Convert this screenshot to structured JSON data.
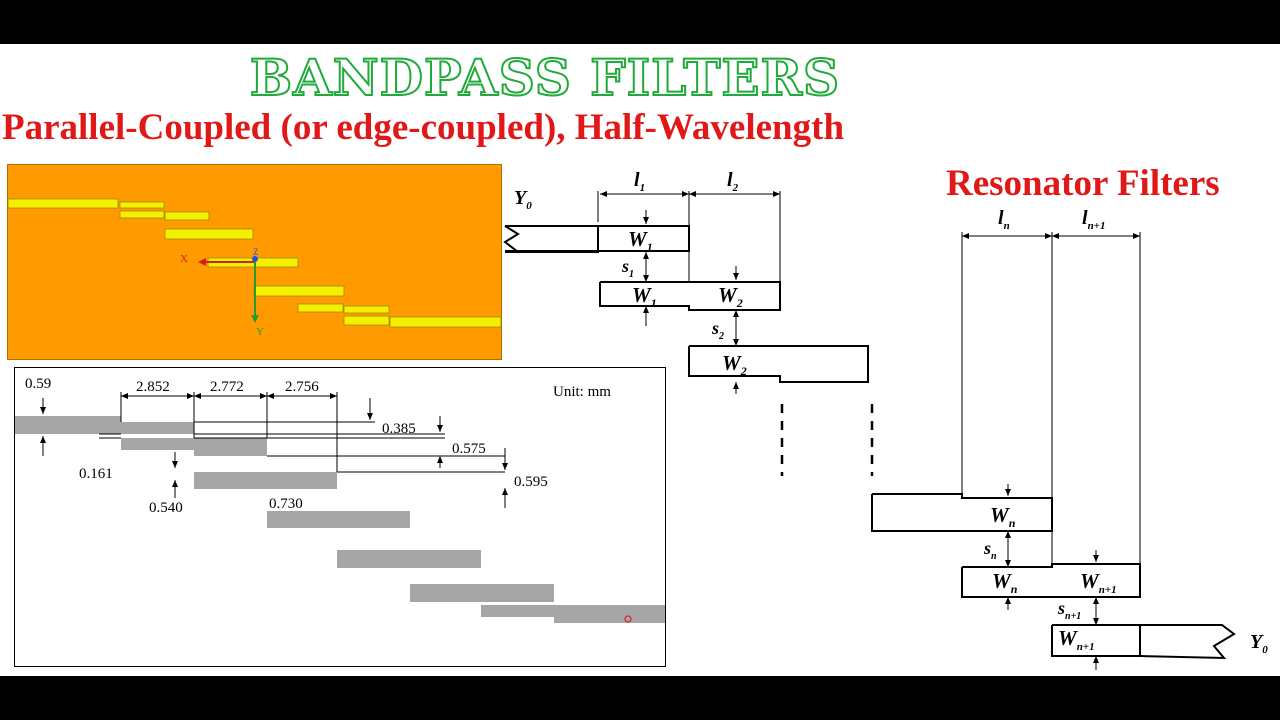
{
  "header": {
    "title": "BANDPASS FILTERS",
    "subtitle_line1": "Parallel-Coupled (or edge-coupled), Half-Wavelength",
    "subtitle_line2": "Resonator Filters"
  },
  "simulation": {
    "axis_x_label": "X",
    "axis_y_label": "Y",
    "axis_z_label": "Z"
  },
  "dimensions": {
    "unit_label": "Unit: mm",
    "lengths": [
      "2.852",
      "2.772",
      "2.756"
    ],
    "widths": [
      "0.59",
      "0.161",
      "0.540",
      "0.730"
    ],
    "gaps": [
      "0.385",
      "0.575",
      "0.595"
    ]
  },
  "schematic": {
    "Y0": "Y",
    "Y0_sub": "0",
    "l1": "l",
    "l1_sub": "1",
    "l2": "l",
    "l2_sub": "2",
    "ln": "l",
    "ln_sub": "n",
    "ln1": "l",
    "ln1_sub": "n+1",
    "W": "W",
    "s": "s",
    "sub_1": "1",
    "sub_2": "2",
    "sub_n": "n",
    "sub_n1": "n+1"
  },
  "colors": {
    "title_green": "#1faa3a",
    "subtitle_red": "#e01818",
    "substrate_orange": "#ff9a00",
    "strip_yellow": "#f3f000",
    "strip_gray": "#a6a6a6"
  }
}
